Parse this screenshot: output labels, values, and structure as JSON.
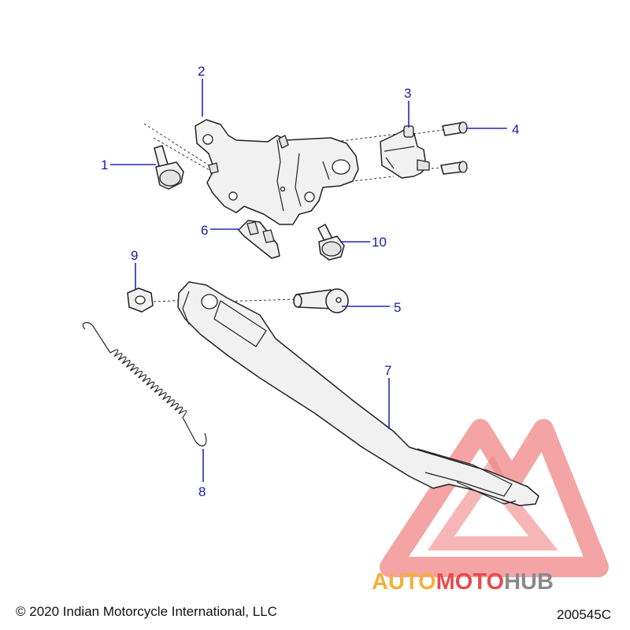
{
  "callouts": [
    "1",
    "2",
    "3",
    "4",
    "5",
    "6",
    "7",
    "8",
    "9",
    "10"
  ],
  "copyright": "© 2020 Indian Motorcycle International, LLC",
  "diagram_code": "200545C",
  "watermark": {
    "text_part1": "AUTO",
    "text_part2": "MOTO",
    "text_part3": "HUB",
    "color_orange": "#f2b03a",
    "color_red": "#e84a4a",
    "color_gray": "#8a8a8a"
  },
  "colors": {
    "callout": "#1a1aa8",
    "leader": "#2626c0"
  }
}
